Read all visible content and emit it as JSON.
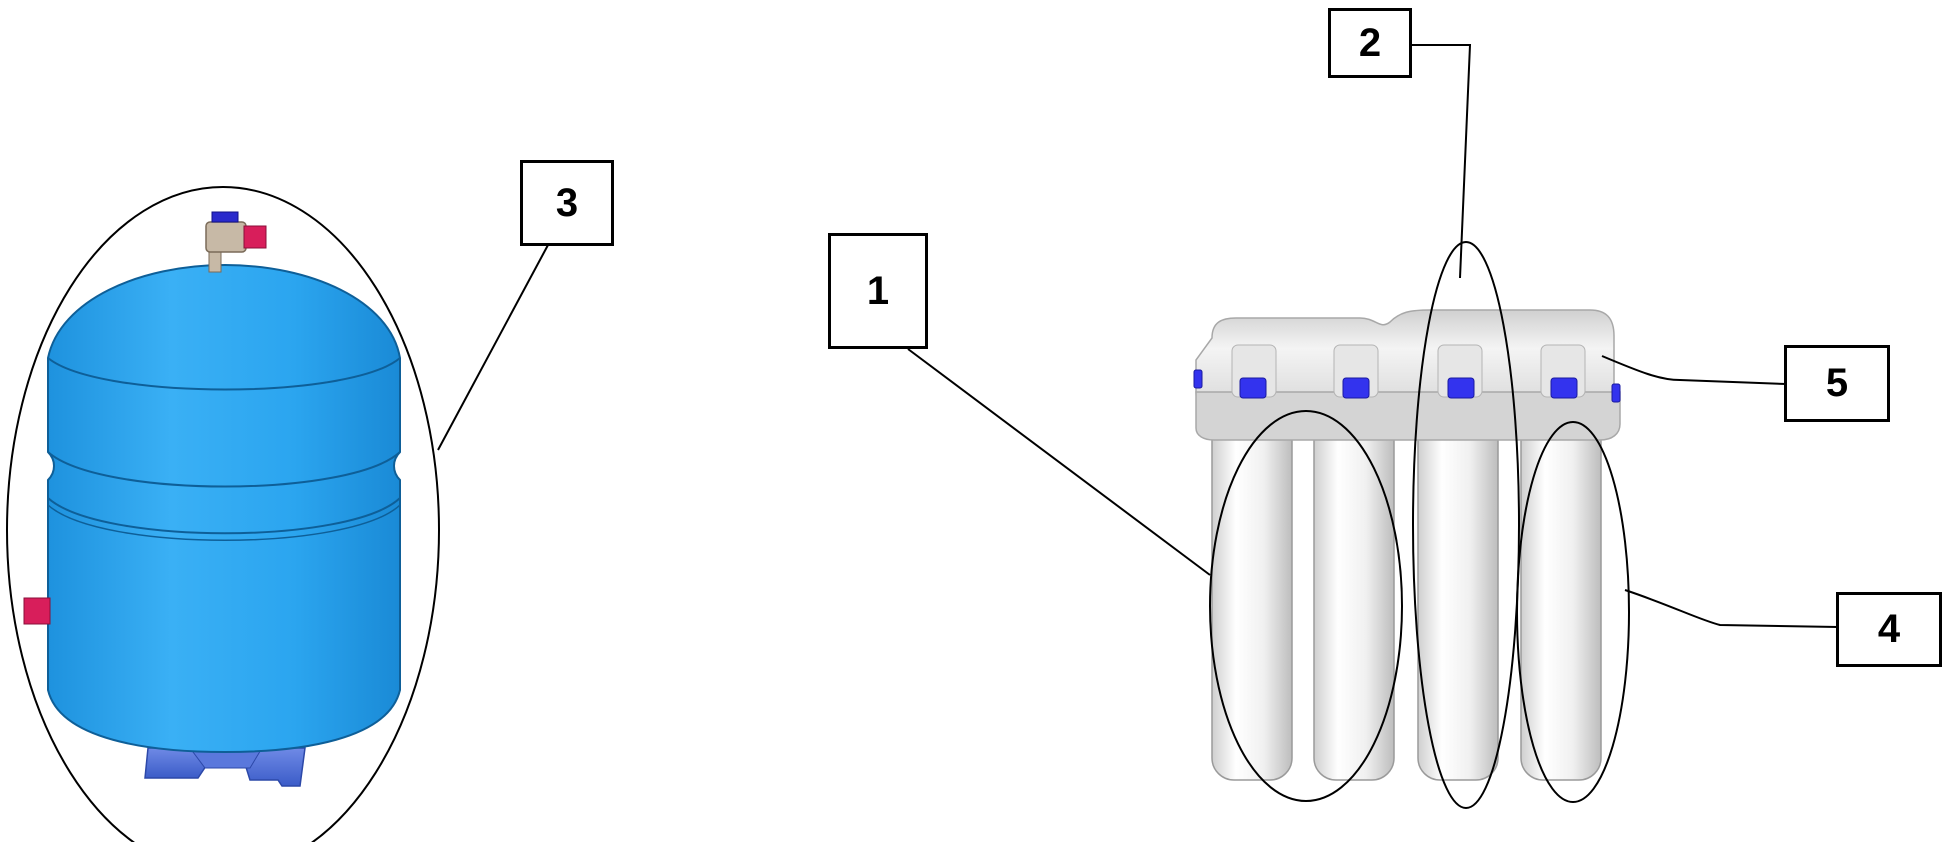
{
  "callouts": [
    {
      "id": "1",
      "label": "1"
    },
    {
      "id": "2",
      "label": "2"
    },
    {
      "id": "3",
      "label": "3"
    },
    {
      "id": "4",
      "label": "4"
    },
    {
      "id": "5",
      "label": "5"
    }
  ],
  "colors": {
    "tank_body": "#29a3f0",
    "tank_body_light": "#55baf5",
    "tank_base": "#4f72d6",
    "fitting_red": "#d81e5b",
    "valve_blue": "#2a2acc",
    "valve_tan": "#c7b9a6",
    "filter_white": "#f2f2f2",
    "filter_shadow": "#c8c8c8",
    "cap_blue": "#3333ee",
    "line": "#000000"
  },
  "icons": {
    "tank": "pressure-tank-icon",
    "filter_unit": "filter-unit-icon"
  }
}
